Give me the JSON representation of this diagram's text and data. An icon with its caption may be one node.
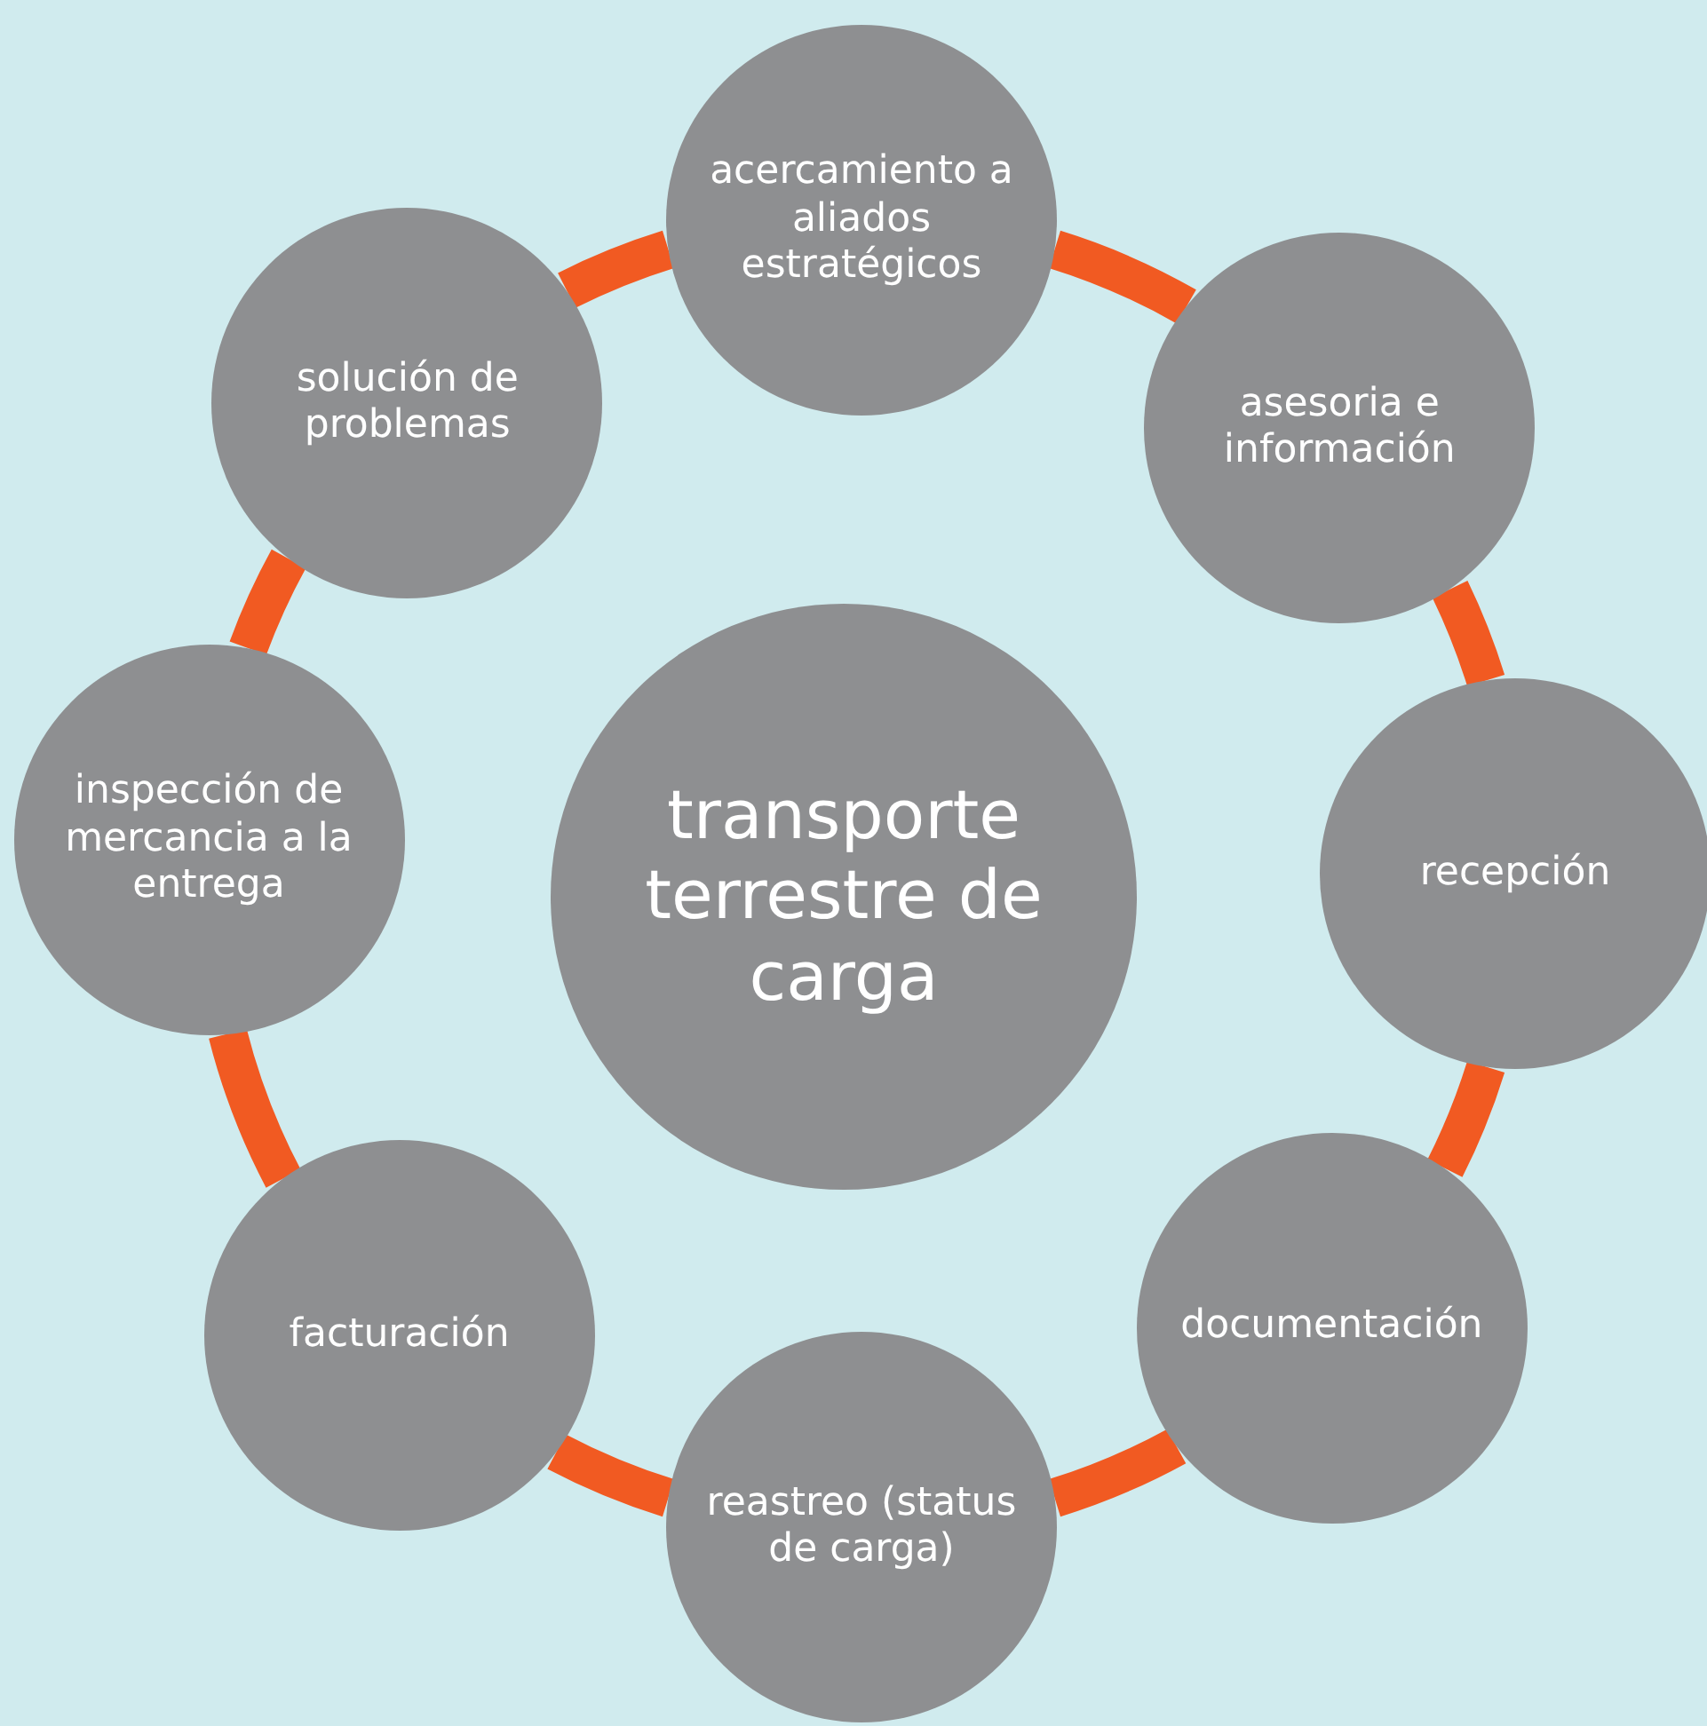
{
  "diagram": {
    "nodes": [
      {
        "text": [
          "acercamiento a aliados estratégicos"
        ]
      },
      {
        "text": [
          "asesoria e información"
        ]
      },
      {
        "text": [
          "recepción"
        ]
      },
      {
        "text": [
          "documentación"
        ]
      },
      {
        "text": [
          "reastreo (status de carga)"
        ]
      },
      {
        "text": [
          "facturación"
        ]
      },
      {
        "text": [
          "inspección de mercancia a la entrega"
        ]
      },
      {
        "text": [
          "solución de problemas"
        ]
      },
      {
        "text": [
          "transporte terrestre de carga"
        ]
      }
    ],
    "edges": [
      {
        "from": 0,
        "to": 1,
        "arrow": "none"
      },
      {
        "from": 1,
        "to": 2,
        "arrow": "none"
      },
      {
        "from": 2,
        "to": 3,
        "arrow": "none"
      },
      {
        "from": 3,
        "to": 4,
        "arrow": "none"
      },
      {
        "from": 4,
        "to": 5,
        "arrow": "none"
      },
      {
        "from": 5,
        "to": 6,
        "arrow": "none"
      },
      {
        "from": 6,
        "to": 7,
        "arrow": "none"
      },
      {
        "from": 7,
        "to": 0,
        "arrow": "none"
      }
    ]
  }
}
